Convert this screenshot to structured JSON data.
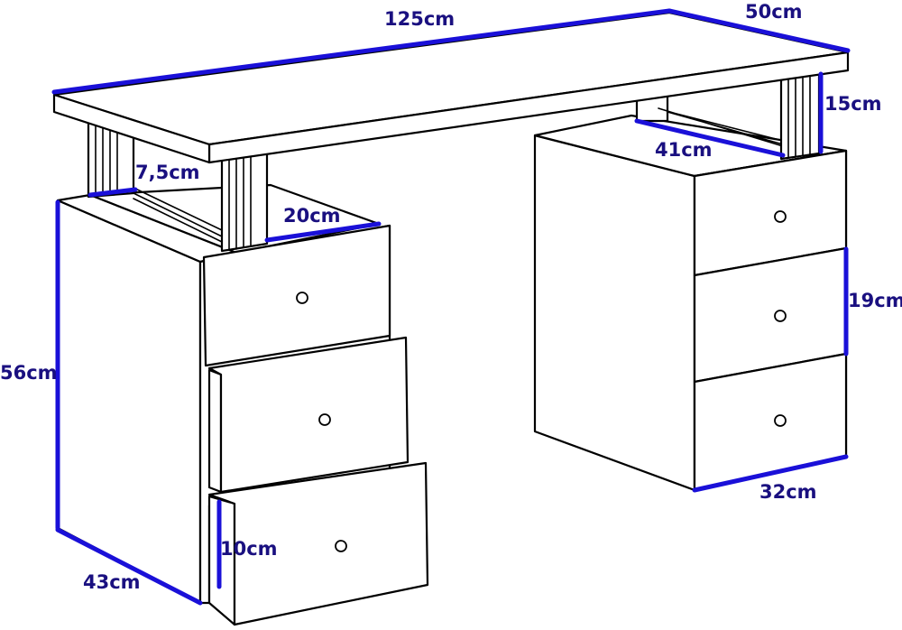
{
  "colors": {
    "dimension_line": "#1a10d8",
    "dimension_text": "#1a1080",
    "outline": "#000000",
    "background": "#ffffff"
  },
  "product": "desk with drawer pedestals",
  "dimensions": {
    "total_width": "125cm",
    "depth": "50cm",
    "riser_height": "15cm",
    "riser_width": "41cm",
    "left_riser_depth": "7,5cm",
    "inner_shelf_depth": "20cm",
    "pedestal_height": "56cm",
    "pedestal_depth": "43cm",
    "drawer_height": "19cm",
    "drawer_width": "32cm",
    "drawer_front_height": "10cm"
  },
  "drawers": {
    "left_count": 3,
    "right_count": 3
  }
}
